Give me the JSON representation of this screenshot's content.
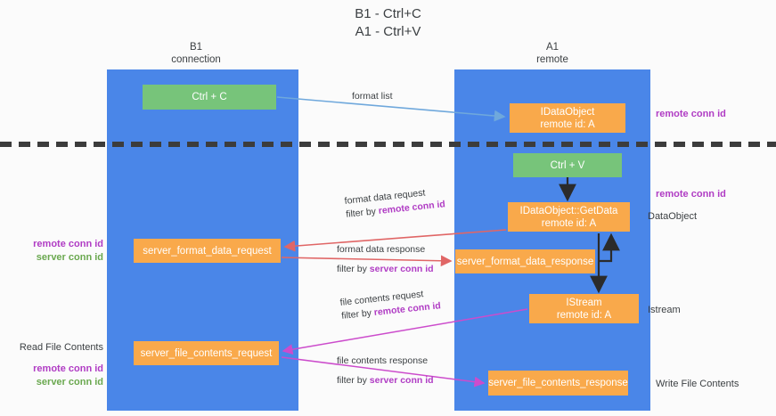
{
  "diagram": {
    "title": "B1 - Ctrl+C\nA1 - Ctrl+V",
    "columns": [
      {
        "id": "b1",
        "label": "B1\nconnection"
      },
      {
        "id": "a1",
        "label": "A1\nremote"
      }
    ],
    "nodes": [
      {
        "id": "ctrl-c",
        "label": "Ctrl + C",
        "color": "#77c47a",
        "lane": "b1"
      },
      {
        "id": "idataobject",
        "label": "IDataObject\nremote id: A",
        "color": "#f9a94b",
        "lane": "a1"
      },
      {
        "id": "ctrl-v",
        "label": "Ctrl + V",
        "color": "#77c47a",
        "lane": "a1"
      },
      {
        "id": "getdata",
        "label": "IDataObject::GetData\nremote id: A",
        "color": "#f9a94b",
        "lane": "a1"
      },
      {
        "id": "format-data-request",
        "label": "server_format_data_request",
        "color": "#f9a94b",
        "lane": "b1"
      },
      {
        "id": "format-data-response",
        "label": "server_format_data_response",
        "color": "#f9a94b",
        "lane": "a1"
      },
      {
        "id": "istream",
        "label": "IStream\nremote id: A",
        "color": "#f9a94b",
        "lane": "a1"
      },
      {
        "id": "file-contents-request",
        "label": "server_file_contents_request",
        "color": "#f9a94b",
        "lane": "b1"
      },
      {
        "id": "file-contents-response",
        "label": "server_file_contents_response",
        "color": "#f9a94b",
        "lane": "a1"
      }
    ],
    "edge_labels": {
      "format_list": "format list",
      "format_data_request": "format data request",
      "format_data_request_filter_prefix": "filter by ",
      "format_data_request_filter_key": "remote conn id",
      "format_data_response": "format data response",
      "format_data_response_filter_prefix": "filter by ",
      "format_data_response_filter_key": "server conn id",
      "file_contents_request": "file contents request",
      "file_contents_request_filter_prefix": "filter by ",
      "file_contents_request_filter_key": "remote conn id",
      "file_contents_response": "file contents response",
      "file_contents_response_filter_prefix": "filter by ",
      "file_contents_response_filter_key": "server conn id"
    },
    "side_labels": {
      "left_format_remote": "remote conn id",
      "left_format_server": "server conn id",
      "left_read_title": "Read File Contents",
      "left_read_remote": "remote conn id",
      "left_read_server": "server conn id",
      "right_top_remote": "remote conn id",
      "right_getdata_remote": "remote conn id",
      "right_dataobject": "DataObject",
      "right_istream": "Istream",
      "right_write": "Write File Contents"
    },
    "colors": {
      "lane": "#4a86e8",
      "green_node": "#77c47a",
      "orange_node": "#f9a94b",
      "purple_key": "#b03cc4",
      "green_key": "#6aa84f",
      "arrow_blue": "#6fa8dc",
      "arrow_red": "#e06666",
      "arrow_magenta": "#cc4ccc",
      "arrow_black": "#2b2b2b",
      "divider": "#3c3c3c",
      "background": "#fbfbfb"
    }
  }
}
